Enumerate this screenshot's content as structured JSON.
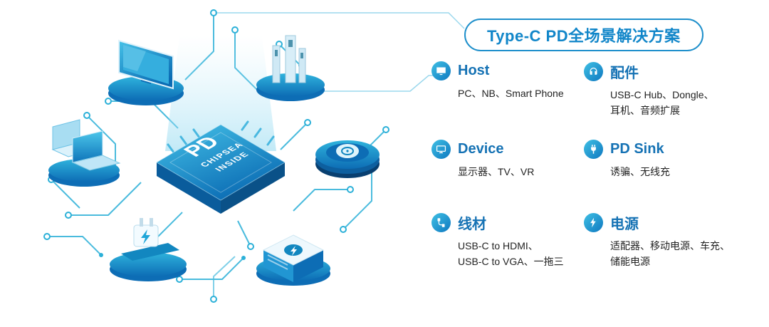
{
  "title": "Type-C PD全场景解决方案",
  "chip": {
    "lines": [
      "PD",
      "CHIPSEA",
      "INSIDE"
    ]
  },
  "categories": [
    {
      "icon": "monitor-icon",
      "label": "Host",
      "desc": "PC、NB、Smart Phone"
    },
    {
      "icon": "headset-icon",
      "label": "配件",
      "desc": "USB-C Hub、Dongle、\n耳机、音频扩展"
    },
    {
      "icon": "display-icon",
      "label": "Device",
      "desc": "显示器、TV、VR"
    },
    {
      "icon": "plug-icon",
      "label": "PD Sink",
      "desc": "诱骗、无线充"
    },
    {
      "icon": "cable-icon",
      "label": "线材",
      "desc": "USB-C to HDMI、\nUSB-C to VGA、一拖三"
    },
    {
      "icon": "power-icon",
      "label": "电源",
      "desc": "适配器、移动电源、车充、\n储能电源"
    }
  ],
  "colors": {
    "accent": "#1186c9",
    "trace": "#2bb0d8",
    "label": "#1572b4",
    "text": "#222222"
  }
}
